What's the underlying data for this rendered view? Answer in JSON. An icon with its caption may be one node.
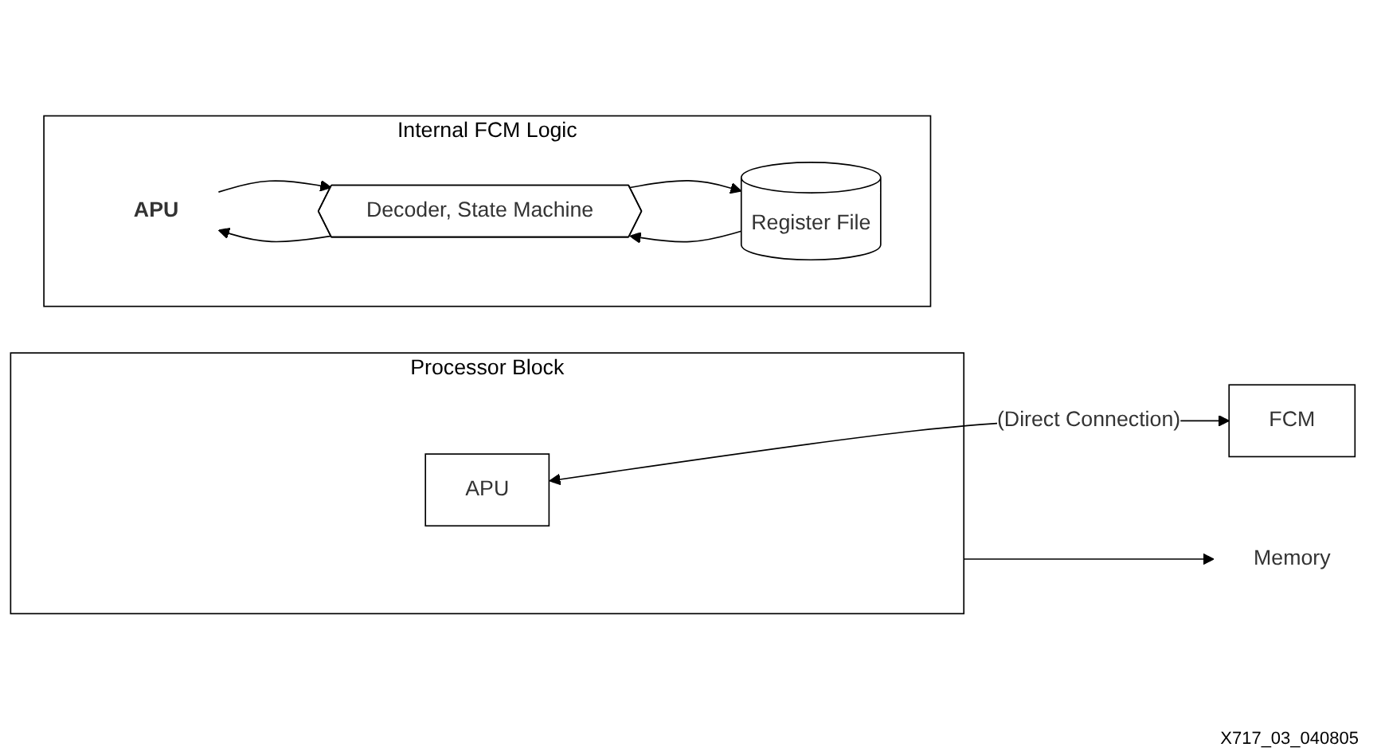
{
  "diagram": {
    "nodes": [
      {
        "text": [
          "Memory"
        ]
      },
      {
        "text": [
          "Processor Block"
        ]
      },
      {
        "text": [
          "APU"
        ],
        "in": 1
      },
      {
        "text": [
          "FCM"
        ]
      },
      {
        "text": [
          "Internal FCM Logic"
        ]
      },
      {
        "text": [
          "APU"
        ],
        "in": 4
      },
      {
        "text": [
          "Decoder, State Machine"
        ],
        "in": 4
      },
      {
        "text": [
          "Register File"
        ],
        "in": 4
      }
    ],
    "edges": [
      {
        "from": 1,
        "to": 0,
        "arrow": "to"
      },
      {
        "from": 2,
        "to": 3,
        "arrow": "both",
        "label": "(Direct Connection)"
      },
      {
        "from": 5,
        "to": 6,
        "arrow": "to"
      },
      {
        "from": 6,
        "to": 5,
        "arrow": "to"
      },
      {
        "from": 6,
        "to": 7,
        "arrow": "to"
      },
      {
        "from": 7,
        "to": 6,
        "arrow": "to"
      }
    ],
    "labels": [
      "X717_03_040805"
    ]
  }
}
